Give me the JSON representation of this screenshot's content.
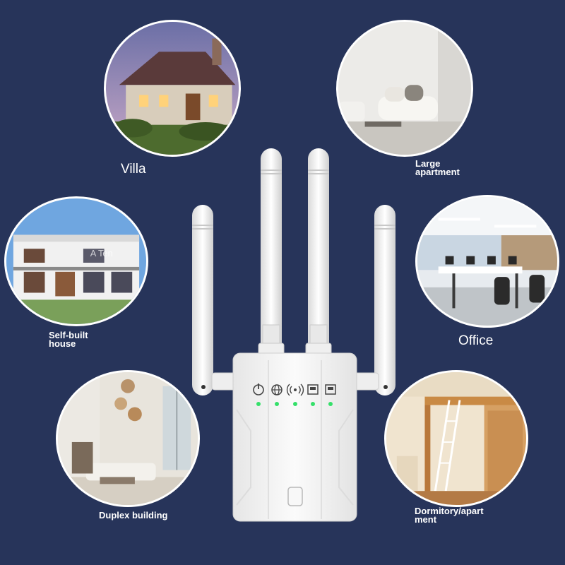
{
  "scenes": [
    {
      "id": "villa",
      "label_lines": [
        "Villa"
      ]
    },
    {
      "id": "large-apartment",
      "label_lines": [
        "Large",
        "apartment"
      ]
    },
    {
      "id": "self-built-house",
      "label_lines": [
        "Self-built",
        "house"
      ],
      "sign_text": "A Ten"
    },
    {
      "id": "office",
      "label_lines": [
        "Office"
      ]
    },
    {
      "id": "duplex-building",
      "label_lines": [
        "Duplex building"
      ]
    },
    {
      "id": "dormitory",
      "label_lines": [
        "Dormitory/apart",
        "ment"
      ]
    }
  ],
  "device": {
    "antennas": 4,
    "indicator_icons": [
      "power-icon",
      "globe-icon",
      "wifi-signal-icon",
      "ethernet-port-icon",
      "ethernet-port-icon"
    ],
    "led_color": "#35e06a",
    "body_color": "#f4f4f4"
  },
  "colors": {
    "background": "#27345a",
    "label": "#ffffff"
  }
}
